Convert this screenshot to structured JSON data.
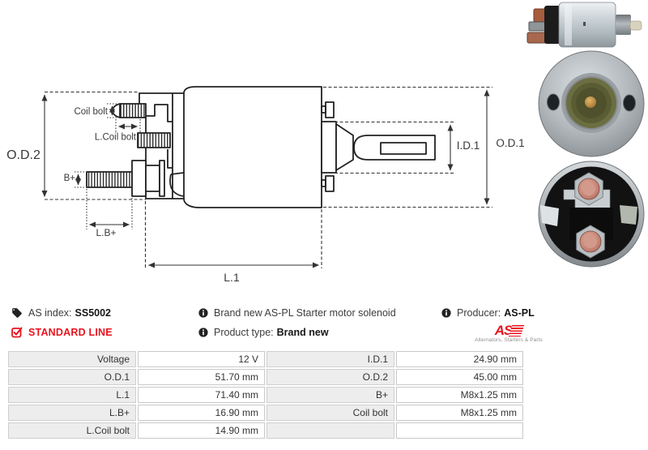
{
  "info_bar": {
    "as_index_label": "AS index:",
    "as_index_value": "SS5002",
    "standard_line": "STANDARD LINE",
    "description": "Brand new AS-PL Starter motor solenoid",
    "product_type_label": "Product type:",
    "product_type_value": "Brand new",
    "producer_label": "Producer:",
    "producer_value": "AS-PL",
    "logo_text": "AS",
    "logo_caption": "Alternators, Starters & Parts",
    "accent_red": "#e8131d"
  },
  "diagram": {
    "labels": {
      "od2": "O.D.2",
      "od1": "O.D.1",
      "id1": "I.D.1",
      "l1": "L.1",
      "lb_plus": "L.B+",
      "b_plus": "B+",
      "coil_bolt": "Coil bolt",
      "l_coil_bolt": "L.Coil bolt"
    }
  },
  "photos": {
    "side": "solenoid-side-view-photo",
    "front": "solenoid-front-flange-photo",
    "back": "solenoid-rear-terminals-photo"
  },
  "spec_table": {
    "rows": [
      {
        "label1": "Voltage",
        "value1": "12 V",
        "label2": "I.D.1",
        "value2": "24.90 mm"
      },
      {
        "label1": "O.D.1",
        "value1": "51.70 mm",
        "label2": "O.D.2",
        "value2": "45.00 mm"
      },
      {
        "label1": "L.1",
        "value1": "71.40 mm",
        "label2": "B+",
        "value2": "M8x1.25 mm"
      },
      {
        "label1": "L.B+",
        "value1": "16.90 mm",
        "label2": "Coil bolt",
        "value2": "M8x1.25 mm"
      },
      {
        "label1": "L.Coil bolt",
        "value1": "14.90 mm",
        "label2": "",
        "value2": ""
      }
    ]
  }
}
